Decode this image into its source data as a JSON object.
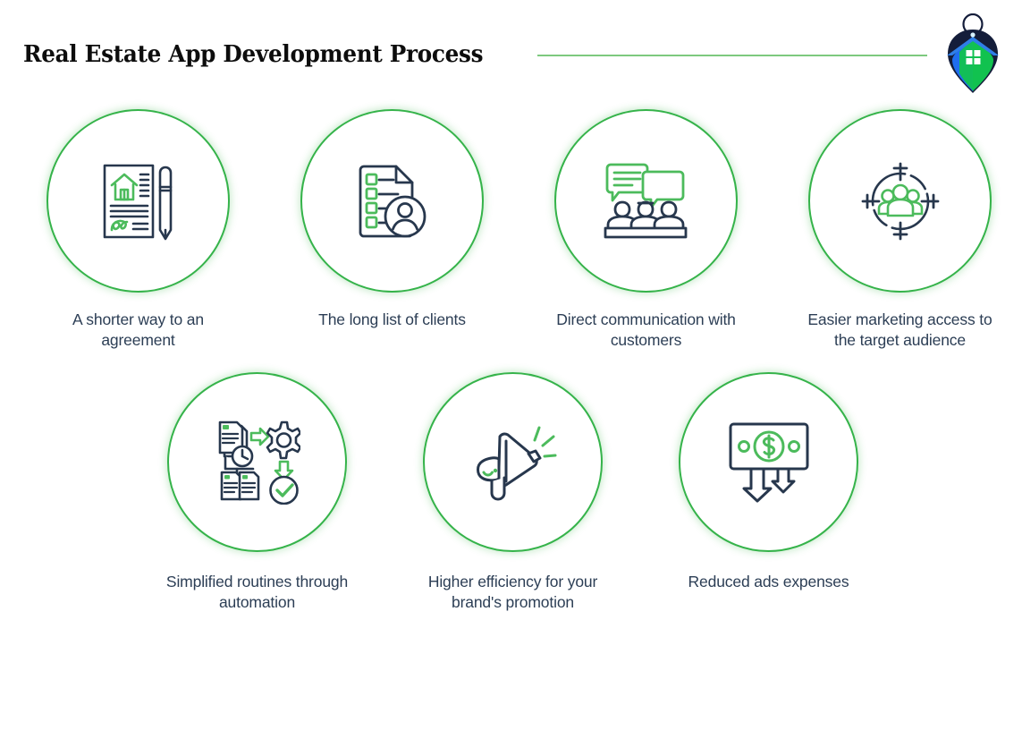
{
  "header": {
    "title": "Real Estate App Development Process",
    "rule_color": "#7dc97f",
    "logo_name": "real-estate-pin-logo"
  },
  "theme": {
    "green": "#35b34a",
    "green_light": "#4cbb5c",
    "navy": "#27374d",
    "caption_color": "#2c3e55",
    "background": "#ffffff",
    "logo_navy": "#141d3a",
    "logo_blue": "#1f6ef0",
    "logo_green": "#12c24f"
  },
  "rows": [
    {
      "row_name": "feature-row-1",
      "features": [
        {
          "id": "feature-agreement",
          "icon": "contract-signature-icon",
          "caption": "A shorter way to an agreement"
        },
        {
          "id": "feature-clients",
          "icon": "client-checklist-icon",
          "caption": "The long list of clients"
        },
        {
          "id": "feature-communication",
          "icon": "meeting-chat-icon",
          "caption": "Direct communication with customers"
        },
        {
          "id": "feature-marketing",
          "icon": "target-audience-icon",
          "caption": "Easier marketing access to the target audience"
        }
      ]
    },
    {
      "row_name": "feature-row-2",
      "features": [
        {
          "id": "feature-automation",
          "icon": "automation-workflow-icon",
          "caption": "Simplified routines through automation"
        },
        {
          "id": "feature-promotion",
          "icon": "megaphone-icon",
          "caption": "Higher efficiency for your brand's promotion"
        },
        {
          "id": "feature-ads-expenses",
          "icon": "money-decrease-icon",
          "caption": "Reduced ads expenses"
        }
      ]
    }
  ]
}
